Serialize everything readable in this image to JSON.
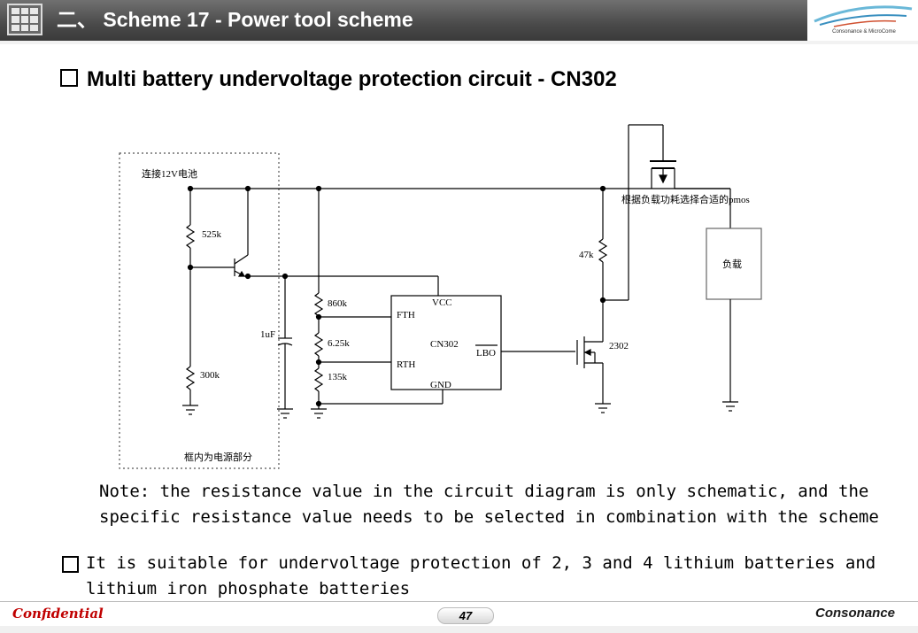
{
  "header": {
    "title": "二、 Scheme 17 - Power tool scheme",
    "logo_text": "Consonance & MicroCome"
  },
  "slide": {
    "heading": "Multi battery undervoltage protection circuit - CN302"
  },
  "schematic": {
    "label_battery": "连接12V电池",
    "label_pmos": "根据负载功耗选择合适的pmos",
    "label_load": "负载",
    "label_frame": "框内为电源部分",
    "r_525k": "525k",
    "r_300k": "300k",
    "c_1uf": "1uF",
    "r_860k": "860k",
    "r_625k": "6.25k",
    "r_135k": "135k",
    "r_47k": "47k",
    "pin_vcc": "VCC",
    "pin_fth": "FTH",
    "pin_rth": "RTH",
    "pin_gnd": "GND",
    "pin_lbo": "LBO",
    "chip_name": "CN302",
    "mosfet": "2302"
  },
  "note": "Note: the resistance value in the circuit diagram is only schematic, and the specific resistance value needs to be selected in combination with the scheme",
  "bullet": "It is suitable for undervoltage protection of 2, 3 and 4 lithium batteries and lithium iron phosphate batteries",
  "footer": {
    "confidential": "Confidential",
    "page": "47",
    "brand": "Consonance"
  }
}
